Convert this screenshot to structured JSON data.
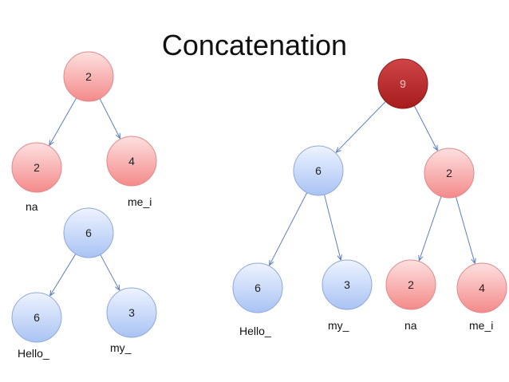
{
  "title": "Concatenation",
  "colors": {
    "pink_fill_top": "#fde0e0",
    "pink_fill_bottom": "#f48a8a",
    "pink_stroke": "#e08888",
    "blue_fill_top": "#eef3ff",
    "blue_fill_bottom": "#a9c3f3",
    "blue_stroke": "#8fa8d8",
    "root_fill_top": "#d04646",
    "root_fill_bottom": "#a61c1c",
    "edge": "#5b7fc0"
  },
  "trees": [
    {
      "name": "tree-na-me_i",
      "root": {
        "weight": "2",
        "color": "pink"
      },
      "children": [
        {
          "weight": "2",
          "color": "pink",
          "label": "na"
        },
        {
          "weight": "4",
          "color": "pink",
          "label": "me_i"
        }
      ]
    },
    {
      "name": "tree-hello-my",
      "root": {
        "weight": "6",
        "color": "blue"
      },
      "children": [
        {
          "weight": "6",
          "color": "blue",
          "label": "Hello_"
        },
        {
          "weight": "3",
          "color": "blue",
          "label": "my_"
        }
      ]
    },
    {
      "name": "tree-concatenated",
      "root": {
        "weight": "9",
        "color": "dark-red"
      },
      "children": [
        {
          "weight": "6",
          "color": "blue"
        },
        {
          "weight": "2",
          "color": "pink"
        }
      ],
      "grandchildren": [
        {
          "weight": "6",
          "color": "blue",
          "label": "Hello_"
        },
        {
          "weight": "3",
          "color": "blue",
          "label": "my_"
        },
        {
          "weight": "2",
          "color": "pink",
          "label": "na"
        },
        {
          "weight": "4",
          "color": "pink",
          "label": "me_i"
        }
      ]
    }
  ]
}
